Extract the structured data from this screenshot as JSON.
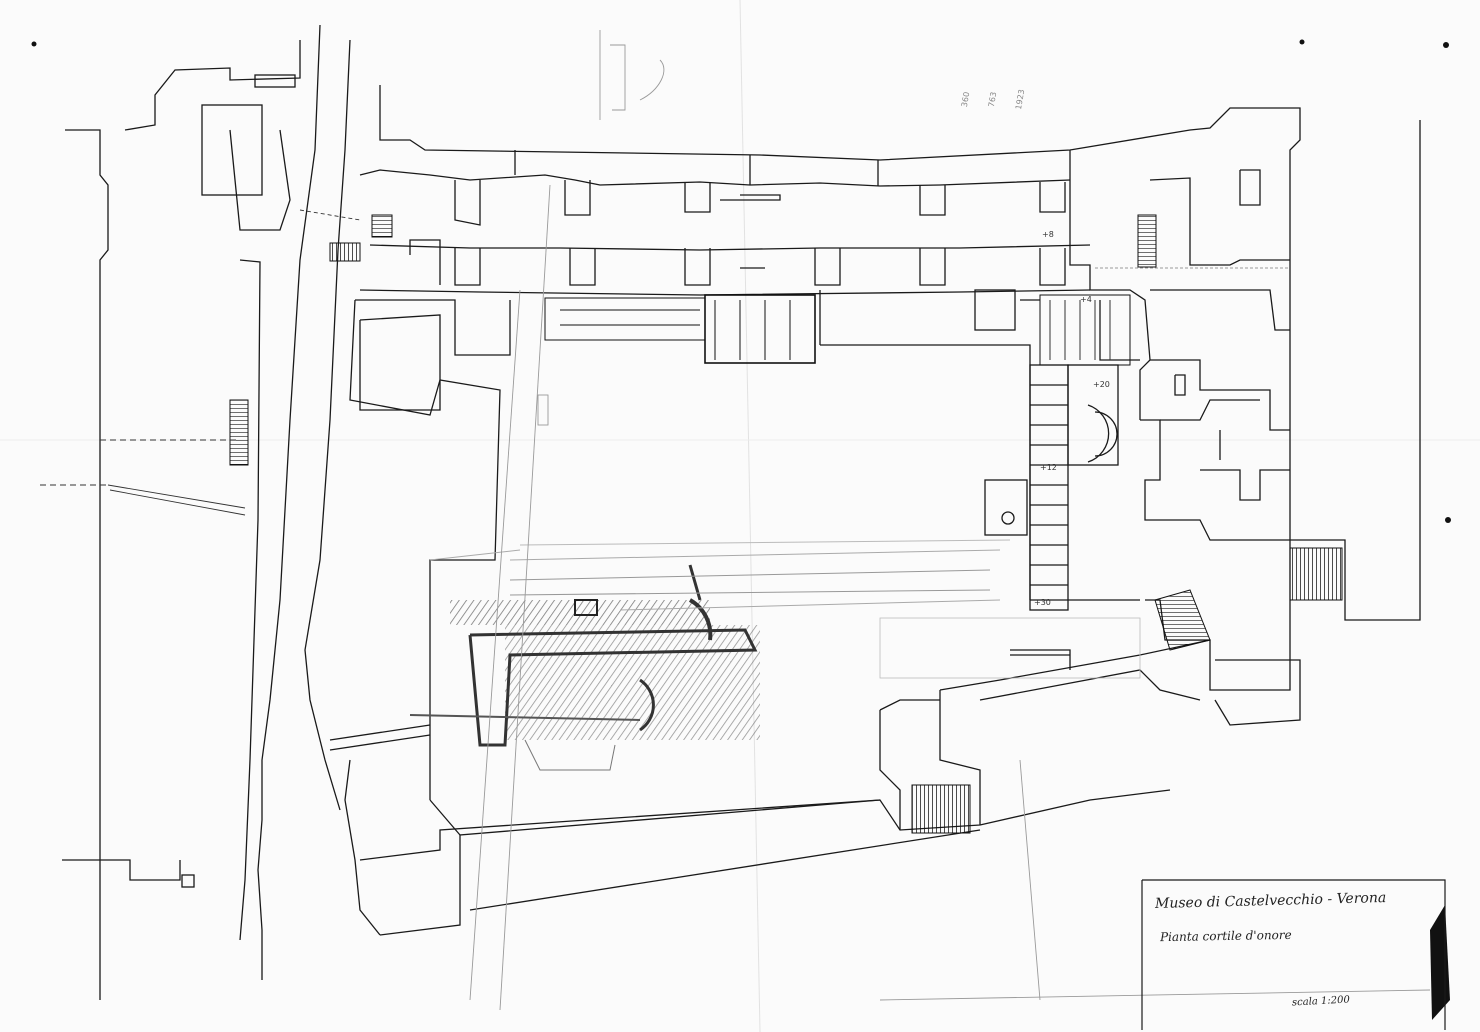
{
  "drawing": {
    "title": "Museo di Castelvecchio - Verona",
    "subtitle": "Pianta cortile d'onore",
    "scale": "scala 1:200"
  },
  "annotations": {
    "dim_1": "+8",
    "dim_2": "+20",
    "dim_3": "+30",
    "dim_4": "+4",
    "dim_5": "+12"
  },
  "pencil_numbers": {
    "n1": "360",
    "n2": "763",
    "n3": "1923"
  },
  "colors": {
    "paper": "#fbfbfb",
    "ink": "#1a1a1a",
    "pencil": "#8a8a8a",
    "shading": "#555555"
  }
}
